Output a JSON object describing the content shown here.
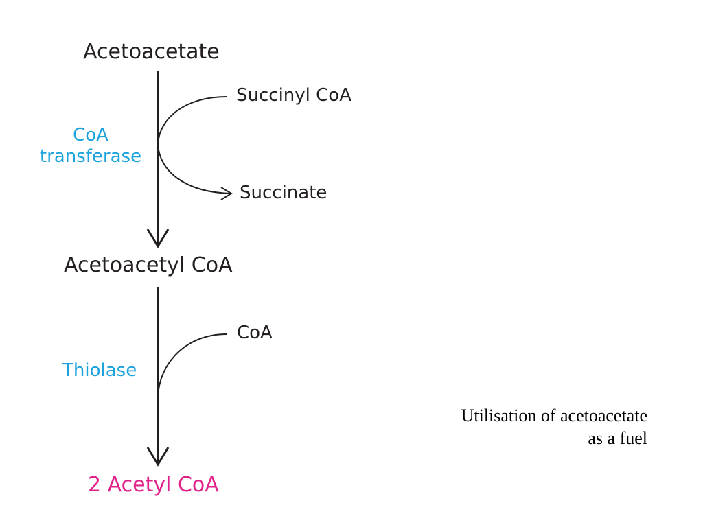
{
  "pathway": {
    "substrate": "Acetoacetate",
    "intermediate": "Acetoacetyl CoA",
    "product": "2 Acetyl CoA",
    "step1": {
      "enzyme_line1": "CoA",
      "enzyme_line2": "transferase",
      "input": "Succinyl CoA",
      "output": "Succinate"
    },
    "step2": {
      "enzyme": "Thiolase",
      "input": "CoA"
    }
  },
  "caption": {
    "line1": "Utilisation of acetoacetate",
    "line2": "as a fuel"
  },
  "colors": {
    "molecule": "#231f20",
    "enzyme": "#1ca3de",
    "product": "#e0218a",
    "arrow": "#231f20"
  }
}
